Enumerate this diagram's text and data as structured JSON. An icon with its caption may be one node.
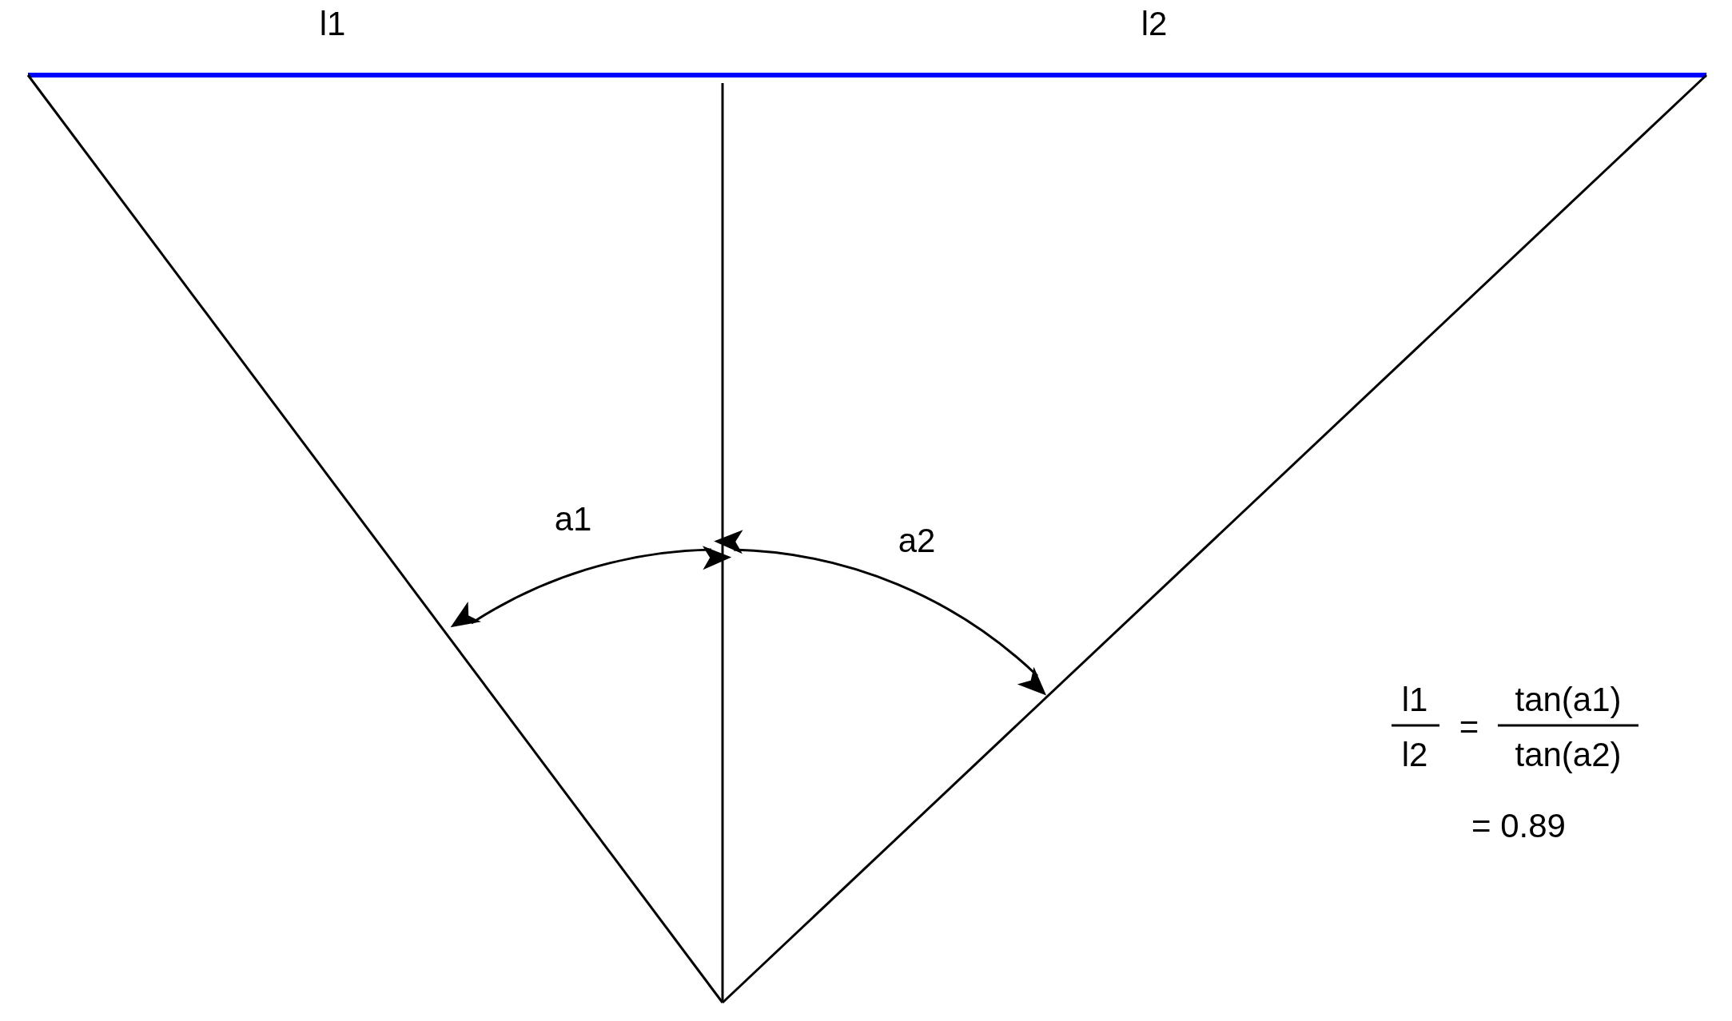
{
  "diagram": {
    "labels": [
      "l1",
      "l2",
      "a1",
      "a2",
      "l1",
      "l2",
      "=",
      "tan(a1)",
      "tan(a2)",
      "= 0.89"
    ]
  }
}
